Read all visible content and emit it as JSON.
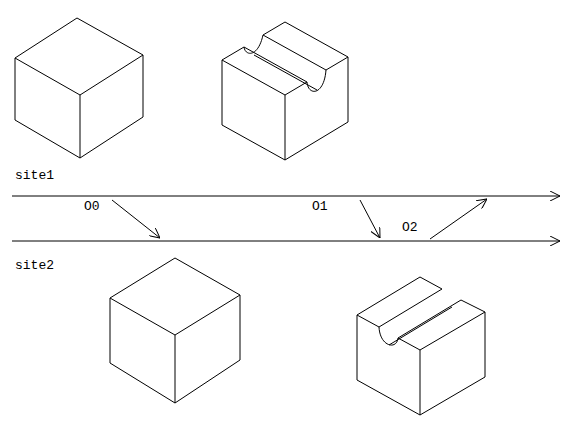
{
  "diagram": {
    "labels": [
      "site1",
      "O0",
      "O1",
      "O2",
      "site2"
    ]
  }
}
